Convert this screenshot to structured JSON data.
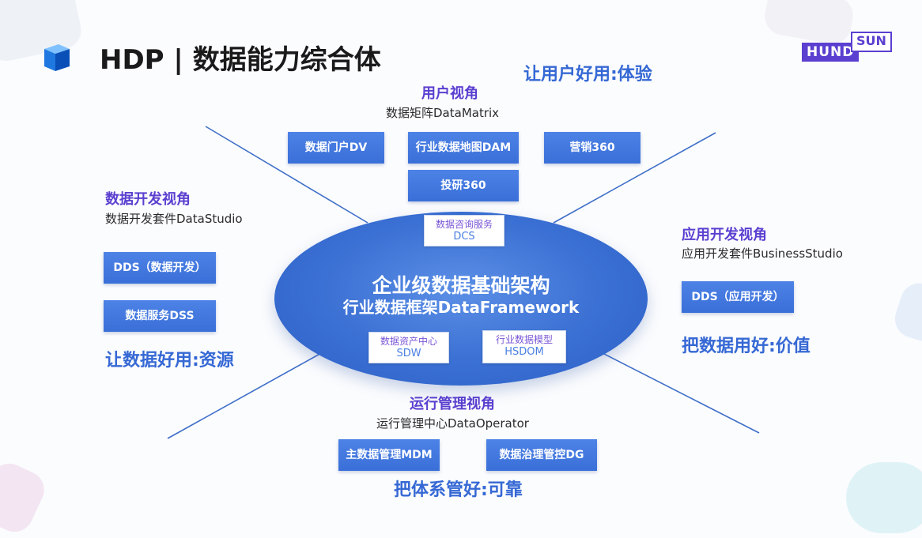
{
  "header": {
    "title": "HDP | 数据能力综合体",
    "logo_main": "HUND",
    "logo_sub": "SUN"
  },
  "center": {
    "title": "企业级数据基础架构",
    "subtitle": "行业数据框架DataFramework",
    "top_box": {
      "top": "数据咨询服务",
      "bottom": "DCS"
    },
    "bottom_left_box": {
      "top": "数据资产中心",
      "bottom": "SDW"
    },
    "bottom_right_box": {
      "top": "行业数据模型",
      "bottom": "HSDOM"
    }
  },
  "top": {
    "title": "用户视角",
    "subtitle": "数据矩阵DataMatrix",
    "boxes": [
      "数据门户DV",
      "行业数据地图DAM",
      "营销360",
      "投研360"
    ],
    "slogan": "让用户好用:体验"
  },
  "left": {
    "title": "数据开发视角",
    "subtitle": "数据开发套件DataStudio",
    "boxes": [
      "DDS（数据开发）",
      "数据服务DSS"
    ],
    "slogan": "让数据好用:资源"
  },
  "right": {
    "title": "应用开发视角",
    "subtitle": "应用开发套件BusinessStudio",
    "boxes": [
      "DDS（应用开发）"
    ],
    "slogan": "把数据用好:价值"
  },
  "bottom": {
    "title": "运行管理视角",
    "subtitle": "运行管理中心DataOperator",
    "boxes": [
      "主数据管理MDM",
      "数据治理管控DG"
    ],
    "slogan": "把体系管好:可靠"
  }
}
